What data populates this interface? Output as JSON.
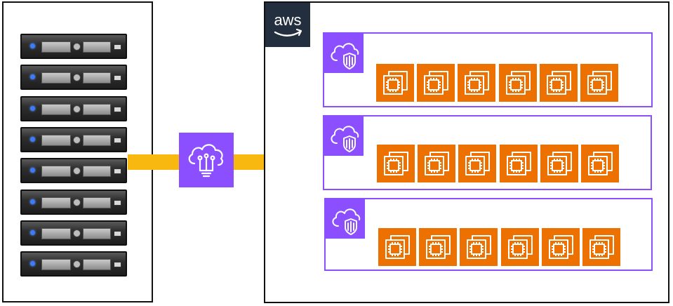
{
  "aws": {
    "logo_text": "aws"
  },
  "datacenter": {
    "server_count": 8
  },
  "vpcs": [
    {
      "instances": 6
    },
    {
      "instances": 6
    },
    {
      "instances": 6
    }
  ],
  "colors": {
    "arrow": "#f8b810",
    "migration_service": "#8c4fff",
    "vpc": "#8c4fff",
    "ec2": "#ed7100",
    "aws_logo_bg": "#232f3e"
  },
  "icons": {
    "server": "rack-server-icon",
    "migration": "cloud-migration-icon",
    "vpc": "vpc-cloud-shield-icon",
    "instance": "ec2-instance-icon"
  }
}
